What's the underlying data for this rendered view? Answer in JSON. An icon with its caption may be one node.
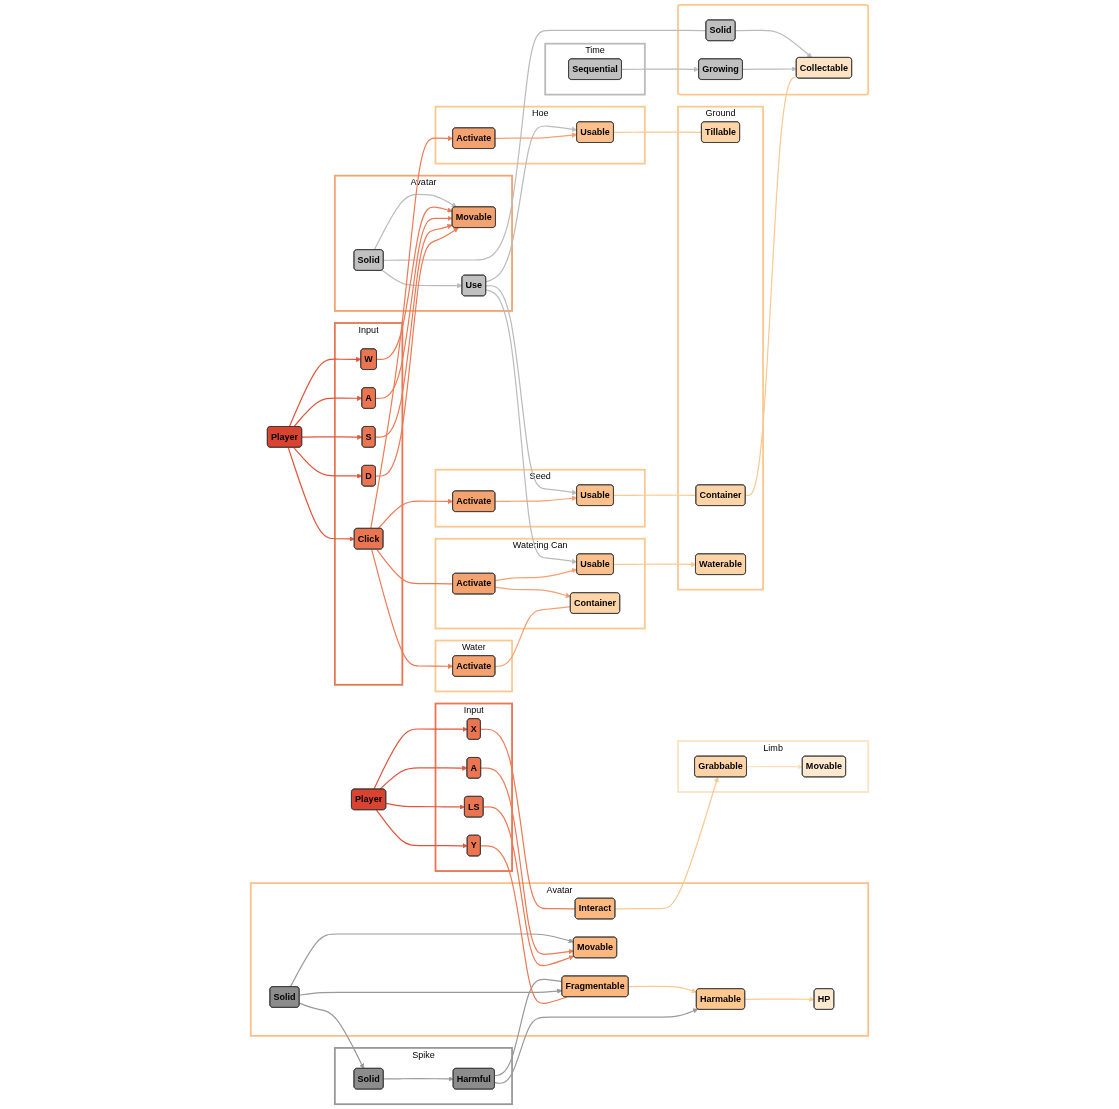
{
  "diagram": {
    "nodes": [
      {
        "text": [
          "Avatar"
        ]
      },
      {
        "text": [
          "Solid"
        ],
        "in": 0
      },
      {
        "text": [
          "Movable"
        ],
        "in": 0
      },
      {
        "text": [
          "Use"
        ],
        "in": 0
      },
      {
        "text": [
          "Time"
        ]
      },
      {
        "text": [
          "Sequential"
        ],
        "in": 4
      },
      {
        "text": [
          "Ground"
        ]
      },
      {
        "text": [
          "Tillable"
        ],
        "in": 6
      },
      {
        "text": [
          "Container"
        ],
        "in": 6
      },
      {
        "text": [
          "Waterable"
        ],
        "in": 6
      },
      {
        "text": [],
        "shape": "box"
      },
      {
        "text": [
          "Solid"
        ],
        "in": 10
      },
      {
        "text": [
          "Growing"
        ],
        "in": 10
      },
      {
        "text": [
          "Collectable"
        ],
        "in": 10
      },
      {
        "text": [
          "Hoe"
        ]
      },
      {
        "text": [
          "Usable"
        ],
        "in": 14
      },
      {
        "text": [
          "Activate"
        ],
        "in": 14
      },
      {
        "text": [
          "Seed"
        ]
      },
      {
        "text": [
          "Usable"
        ],
        "in": 17
      },
      {
        "text": [
          "Activate"
        ],
        "in": 17
      },
      {
        "text": [
          "Input"
        ]
      },
      {
        "text": [
          "W"
        ],
        "in": 20
      },
      {
        "text": [
          "A"
        ],
        "in": 20
      },
      {
        "text": [
          "S"
        ],
        "in": 20
      },
      {
        "text": [
          "D"
        ],
        "in": 20
      },
      {
        "text": [
          "Click"
        ],
        "in": 20
      },
      {
        "text": [
          "Player"
        ]
      },
      {
        "text": [
          "Water"
        ]
      },
      {
        "text": [
          "Activate"
        ],
        "in": 27
      },
      {
        "text": [
          "Watering Can"
        ]
      },
      {
        "text": [
          "Usable"
        ],
        "in": 29
      },
      {
        "text": [
          "Activate"
        ],
        "in": 29
      },
      {
        "text": [
          "Container"
        ],
        "in": 29
      },
      {
        "text": [
          "Avatar"
        ]
      },
      {
        "text": [
          "HP"
        ],
        "in": 33
      },
      {
        "text": [
          "Harmable"
        ],
        "in": 33
      },
      {
        "text": [
          "Fragmentable"
        ],
        "in": 33
      },
      {
        "text": [
          "Solid"
        ],
        "in": 33
      },
      {
        "text": [
          "Movable"
        ],
        "in": 33
      },
      {
        "text": [
          "Interact"
        ],
        "in": 33
      },
      {
        "text": [
          "Spike"
        ]
      },
      {
        "text": [
          "Harmful"
        ],
        "in": 40
      },
      {
        "text": [
          "Solid"
        ],
        "in": 40
      },
      {
        "text": [
          "Input"
        ]
      },
      {
        "text": [
          "Y"
        ],
        "in": 43
      },
      {
        "text": [
          "A"
        ],
        "in": 43
      },
      {
        "text": [
          "LS"
        ],
        "in": 43
      },
      {
        "text": [
          "X"
        ],
        "in": 43
      },
      {
        "text": [
          "Player"
        ]
      },
      {
        "text": [
          "Limb"
        ]
      },
      {
        "text": [
          "Movable"
        ],
        "in": 49
      },
      {
        "text": [
          "Grabbable"
        ],
        "in": 49
      }
    ],
    "edges": [
      {
        "from": 1,
        "to": 2,
        "arrow": "to",
        "color": "#bbbbbb"
      },
      {
        "from": 1,
        "to": 3,
        "arrow": "to",
        "color": "#bbbbbb"
      },
      {
        "from": 1,
        "to": 11,
        "arrow": "none",
        "color": "#bbbbbb"
      },
      {
        "from": 3,
        "to": 15,
        "arrow": "to",
        "color": "#bbbbbb"
      },
      {
        "from": 3,
        "to": 18,
        "arrow": "to",
        "color": "#bbbbbb"
      },
      {
        "from": 3,
        "to": 30,
        "arrow": "to",
        "color": "#bbbbbb"
      },
      {
        "from": 5,
        "to": 12,
        "arrow": "to",
        "color": "#bbbbbb"
      },
      {
        "from": 11,
        "to": 13,
        "arrow": "to",
        "color": "#bbbbbb"
      },
      {
        "from": 12,
        "to": 13,
        "arrow": "to",
        "color": "#bbbbbb"
      },
      {
        "from": 16,
        "to": 15,
        "arrow": "to",
        "color": "#f5a070"
      },
      {
        "from": 19,
        "to": 18,
        "arrow": "to",
        "color": "#f5a070"
      },
      {
        "from": 15,
        "to": 7,
        "arrow": "none",
        "color": "#fcc890"
      },
      {
        "from": 18,
        "to": 8,
        "arrow": "none",
        "color": "#fcc890"
      },
      {
        "from": 8,
        "to": 13,
        "arrow": "none",
        "color": "#fcc890"
      },
      {
        "from": 26,
        "to": 21,
        "arrow": "to",
        "color": "#e2553c"
      },
      {
        "from": 26,
        "to": 22,
        "arrow": "to",
        "color": "#e2553c"
      },
      {
        "from": 26,
        "to": 23,
        "arrow": "to",
        "color": "#e2553c"
      },
      {
        "from": 26,
        "to": 24,
        "arrow": "to",
        "color": "#e2553c"
      },
      {
        "from": 26,
        "to": 25,
        "arrow": "to",
        "color": "#e2553c"
      },
      {
        "from": 21,
        "to": 2,
        "arrow": "to",
        "color": "#ee7a55"
      },
      {
        "from": 22,
        "to": 2,
        "arrow": "to",
        "color": "#ee7a55"
      },
      {
        "from": 23,
        "to": 2,
        "arrow": "to",
        "color": "#ee7a55"
      },
      {
        "from": 24,
        "to": 2,
        "arrow": "to",
        "color": "#ee7a55"
      },
      {
        "from": 25,
        "to": 16,
        "arrow": "to",
        "color": "#ee7a55"
      },
      {
        "from": 25,
        "to": 19,
        "arrow": "to",
        "color": "#ee7a55"
      },
      {
        "from": 25,
        "to": 31,
        "arrow": "none",
        "color": "#ee7a55"
      },
      {
        "from": 25,
        "to": 28,
        "arrow": "to",
        "color": "#ee7a55"
      },
      {
        "from": 31,
        "to": 30,
        "arrow": "to",
        "color": "#f5a070"
      },
      {
        "from": 31,
        "to": 32,
        "arrow": "to",
        "color": "#f5a070"
      },
      {
        "from": 28,
        "to": 32,
        "arrow": "none",
        "color": "#f5a070"
      },
      {
        "from": 30,
        "to": 9,
        "arrow": "to",
        "color": "#fcc890"
      },
      {
        "from": 35,
        "to": 34,
        "arrow": "to",
        "color": "#fcc890"
      },
      {
        "from": 36,
        "to": 35,
        "arrow": "to",
        "color": "#fcc890"
      },
      {
        "from": 41,
        "to": 35,
        "arrow": "to",
        "color": "#999999"
      },
      {
        "from": 41,
        "to": 36,
        "arrow": "none",
        "color": "#999999"
      },
      {
        "from": 37,
        "to": 36,
        "arrow": "to",
        "color": "#999999"
      },
      {
        "from": 37,
        "to": 38,
        "arrow": "to",
        "color": "#999999"
      },
      {
        "from": 37,
        "to": 42,
        "arrow": "to",
        "color": "#999999"
      },
      {
        "from": 42,
        "to": 41,
        "arrow": "to",
        "color": "#999999"
      },
      {
        "from": 48,
        "to": 44,
        "arrow": "to",
        "color": "#e2553c"
      },
      {
        "from": 48,
        "to": 45,
        "arrow": "to",
        "color": "#e2553c"
      },
      {
        "from": 48,
        "to": 46,
        "arrow": "to",
        "color": "#e2553c"
      },
      {
        "from": 48,
        "to": 47,
        "arrow": "to",
        "color": "#e2553c"
      },
      {
        "from": 44,
        "to": 36,
        "arrow": "none",
        "color": "#ee7a55"
      },
      {
        "from": 45,
        "to": 38,
        "arrow": "to",
        "color": "#ee7a55"
      },
      {
        "from": 46,
        "to": 38,
        "arrow": "to",
        "color": "#ee7a55"
      },
      {
        "from": 47,
        "to": 39,
        "arrow": "none",
        "color": "#ee7a55"
      },
      {
        "from": 39,
        "to": 51,
        "arrow": "to",
        "color": "#fcc890"
      },
      {
        "from": 51,
        "to": 50,
        "arrow": "to",
        "color": "#fde0b8"
      }
    ]
  }
}
